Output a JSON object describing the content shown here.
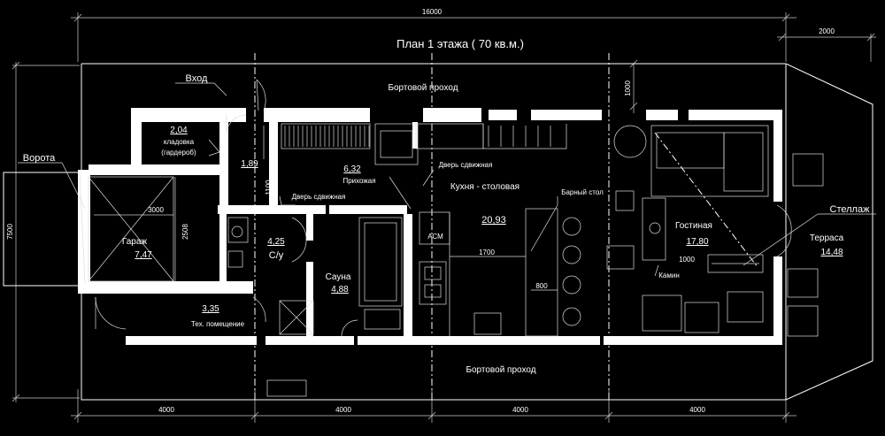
{
  "title": "План 1 этажа (  70 кв.м.)",
  "dimensions": {
    "total_width": "16000",
    "side": "2000",
    "height": "7500",
    "bottom": [
      "4000",
      "4000",
      "4000",
      "4000"
    ],
    "passage_top": "1000",
    "hall_depth": "1100",
    "garage_w": "3000",
    "garage_h": "2508",
    "kitchen_span": "1700",
    "bar_span": "800",
    "fireplace_span": "1000"
  },
  "labels": {
    "entrance": "Вход",
    "gate": "Ворота",
    "passage_top": "Бортовой проход",
    "passage_bottom": "Бортовой проход",
    "sliding_door_1": "Дверь сдвижная",
    "sliding_door_2": "Дверь сдвижная",
    "bar_counter": "Барный стол",
    "fireplace": "Камин",
    "shelf": "Стеллаж",
    "acm": "АСМ"
  },
  "rooms": {
    "storage": {
      "area": "2,04",
      "name": "кладовка",
      "sub": "(гардероб)"
    },
    "corridor": {
      "area": "1,89"
    },
    "hall": {
      "area": "6,32",
      "name": "Прихожая"
    },
    "kitchen": {
      "area": "20,93",
      "name": "Кухня - столовая"
    },
    "living": {
      "area": "17,80",
      "name": "Гостиная"
    },
    "terrace": {
      "area": "14,48",
      "name": "Терраса"
    },
    "garage": {
      "area": "7,47",
      "name": "Гараж"
    },
    "wc": {
      "area": "4,25",
      "name": "С/у"
    },
    "sauna": {
      "area": "4,88",
      "name": "Сауна"
    },
    "tech": {
      "area": "3,35",
      "name": "Тех. помещение"
    }
  }
}
